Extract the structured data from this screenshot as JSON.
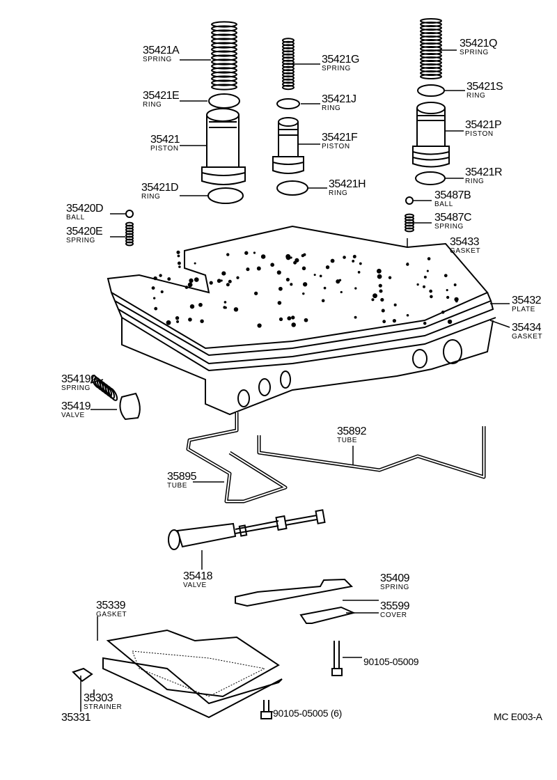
{
  "parts": [
    {
      "id": "a",
      "number": "35421A",
      "name": "SPRING"
    },
    {
      "id": "e",
      "number": "35421E",
      "name": "RING"
    },
    {
      "id": "piston",
      "number": "35421",
      "name": "PISTON"
    },
    {
      "id": "d",
      "number": "35421D",
      "name": "RING"
    },
    {
      "id": "ball_d",
      "number": "35420D",
      "name": "BALL"
    },
    {
      "id": "spring_e",
      "number": "35420E",
      "name": "SPRING"
    },
    {
      "id": "g",
      "number": "35421G",
      "name": "SPRING"
    },
    {
      "id": "j",
      "number": "35421J",
      "name": "RING"
    },
    {
      "id": "f",
      "number": "35421F",
      "name": "PISTON"
    },
    {
      "id": "h",
      "number": "35421H",
      "name": "RING"
    },
    {
      "id": "q",
      "number": "35421Q",
      "name": "SPRING"
    },
    {
      "id": "s",
      "number": "35421S",
      "name": "RING"
    },
    {
      "id": "p",
      "number": "35421P",
      "name": "PISTON"
    },
    {
      "id": "r",
      "number": "35421R",
      "name": "RING"
    },
    {
      "id": "ball_b",
      "number": "35487B",
      "name": "BALL"
    },
    {
      "id": "spring_c",
      "number": "35487C",
      "name": "SPRING"
    },
    {
      "id": "gasket_upper",
      "number": "35433",
      "name": "GASKET"
    },
    {
      "id": "plate",
      "number": "35432",
      "name": "PLATE"
    },
    {
      "id": "gasket_lower",
      "number": "35434",
      "name": "GASKET"
    },
    {
      "id": "spring_419a",
      "number": "35419A",
      "name": "SPRING"
    },
    {
      "id": "valve_419",
      "number": "35419",
      "name": "VALVE"
    },
    {
      "id": "tube_892",
      "number": "35892",
      "name": "TUBE"
    },
    {
      "id": "tube_895",
      "number": "35895",
      "name": "TUBE"
    },
    {
      "id": "valve_418",
      "number": "35418",
      "name": "VALVE"
    },
    {
      "id": "spring_409",
      "number": "35409",
      "name": "SPRING"
    },
    {
      "id": "cover_599",
      "number": "35599",
      "name": "COVER"
    },
    {
      "id": "gasket_339",
      "number": "35339",
      "name": "GASKET"
    },
    {
      "id": "strainer_303",
      "number": "35303",
      "name": "STRAINER"
    },
    {
      "id": "part_331",
      "number": "35331",
      "name": ""
    }
  ],
  "bolts": [
    {
      "number": "90105-05009"
    },
    {
      "number": "90105-05005 (6)"
    }
  ],
  "figure_code": "MC E003-A"
}
